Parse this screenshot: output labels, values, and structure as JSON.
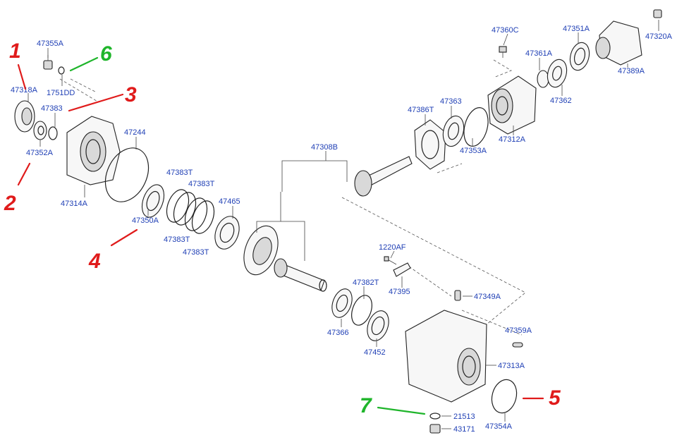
{
  "labels": {
    "l47355A": "47355A",
    "l47318A": "47318A",
    "l1751DD": "1751DD",
    "l47383a": "47383",
    "l47352A": "47352A",
    "l47314A": "47314A",
    "l47244": "47244",
    "l47383Ta": "47383T",
    "l47383Tb": "47383T",
    "l47383Tc": "47383T",
    "l47383Td": "47383T",
    "l47350A": "47350A",
    "l47465": "47465",
    "l47308B": "47308B",
    "l47386T": "47386T",
    "l47363": "47363",
    "l47353A": "47353A",
    "l47312A": "47312A",
    "l47360C": "47360C",
    "l47361A": "47361A",
    "l47362": "47362",
    "l47351A": "47351A",
    "l47389A": "47389A",
    "l47320A": "47320A",
    "l1220AF": "1220AF",
    "l47395": "47395",
    "l47382T": "47382T",
    "l47366": "47366",
    "l47452": "47452",
    "l47349A": "47349A",
    "l47359A": "47359A",
    "l47313A": "47313A",
    "l47354A": "47354A",
    "l21513": "21513",
    "l43171": "43171"
  },
  "annotations": {
    "a1": "1",
    "a2": "2",
    "a3": "3",
    "a4": "4",
    "a5": "5",
    "a6": "6",
    "a7": "7"
  },
  "colors": {
    "label": "#1f3fb5",
    "annotation_red": "#e01b1b",
    "annotation_green": "#1fb52b"
  }
}
